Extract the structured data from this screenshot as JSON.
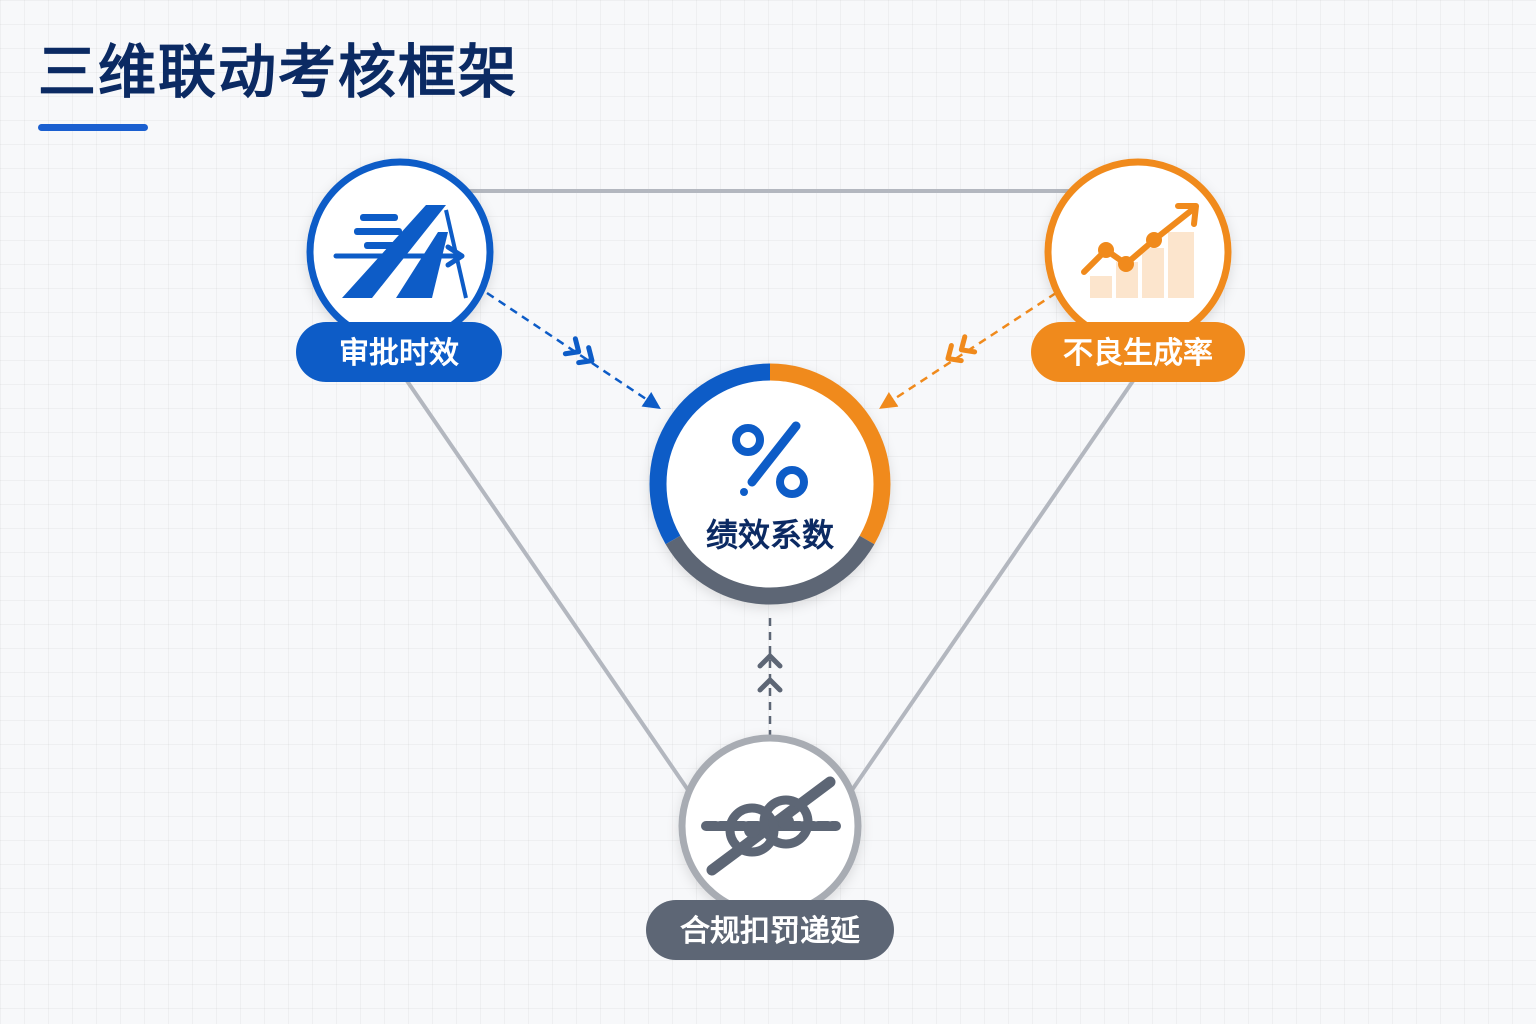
{
  "title": "三维联动考核框架",
  "colors": {
    "blue": "#0d5cc7",
    "orange": "#f08a1c",
    "gray": "#5d6675",
    "navy": "#0b2a63",
    "line": "#b3b7bf"
  },
  "center": {
    "label": "绩效系数",
    "icon": "percent-icon"
  },
  "nodes": {
    "approval": {
      "label": "审批时效",
      "icon": "highway-icon"
    },
    "defect": {
      "label": "不良生成率",
      "icon": "trend-chart-icon"
    },
    "compliance": {
      "label": "合规扣罚递延",
      "icon": "knot-icon"
    }
  }
}
